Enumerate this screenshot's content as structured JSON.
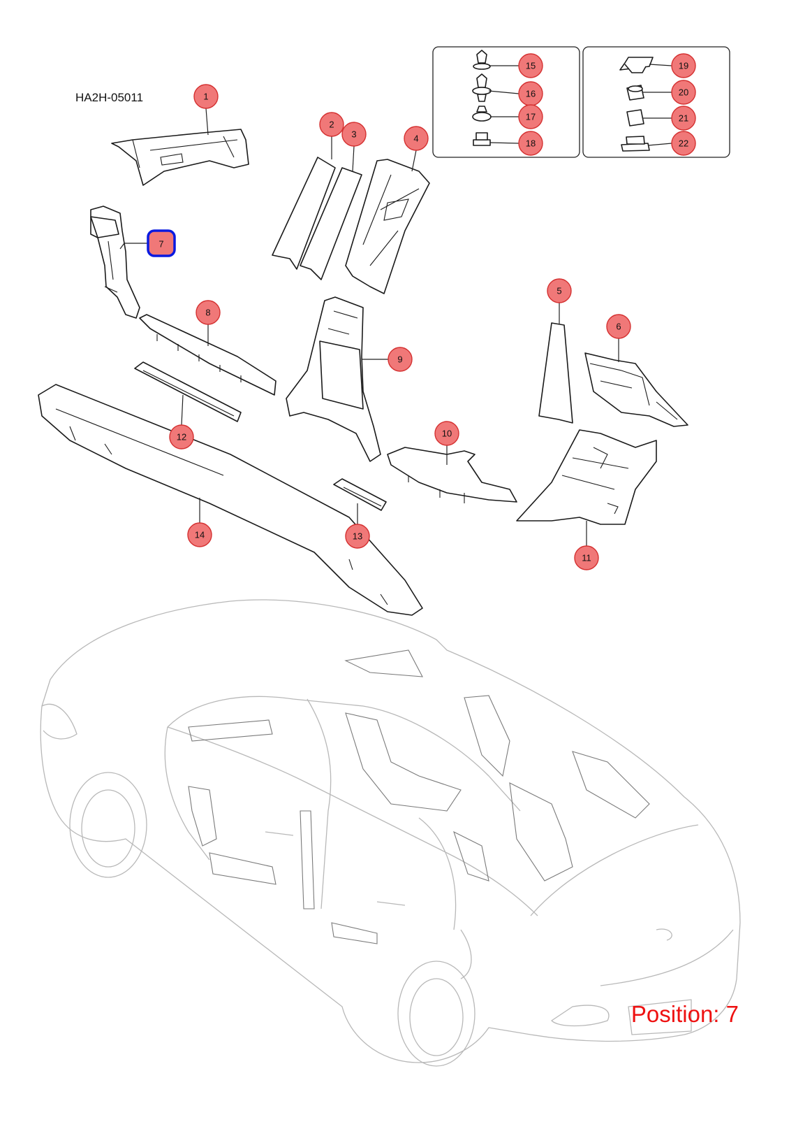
{
  "diagram_code": "HA2H-05011",
  "position_label": "Position: 7",
  "selected_callout": "7",
  "colors": {
    "callout_fill": "#f07878",
    "callout_stroke": "#d43030",
    "selected_stroke": "#0a1ae0",
    "position_text": "#ee1111"
  },
  "callouts": [
    {
      "id": "1",
      "label": "1"
    },
    {
      "id": "2",
      "label": "2"
    },
    {
      "id": "3",
      "label": "3"
    },
    {
      "id": "4",
      "label": "4"
    },
    {
      "id": "5",
      "label": "5"
    },
    {
      "id": "6",
      "label": "6"
    },
    {
      "id": "7",
      "label": "7"
    },
    {
      "id": "8",
      "label": "8"
    },
    {
      "id": "9",
      "label": "9"
    },
    {
      "id": "10",
      "label": "10"
    },
    {
      "id": "11",
      "label": "11"
    },
    {
      "id": "12",
      "label": "12"
    },
    {
      "id": "13",
      "label": "13"
    },
    {
      "id": "14",
      "label": "14"
    },
    {
      "id": "15",
      "label": "15"
    },
    {
      "id": "16",
      "label": "16"
    },
    {
      "id": "17",
      "label": "17"
    },
    {
      "id": "18",
      "label": "18"
    },
    {
      "id": "19",
      "label": "19"
    },
    {
      "id": "20",
      "label": "20"
    },
    {
      "id": "21",
      "label": "21"
    },
    {
      "id": "22",
      "label": "22"
    }
  ]
}
